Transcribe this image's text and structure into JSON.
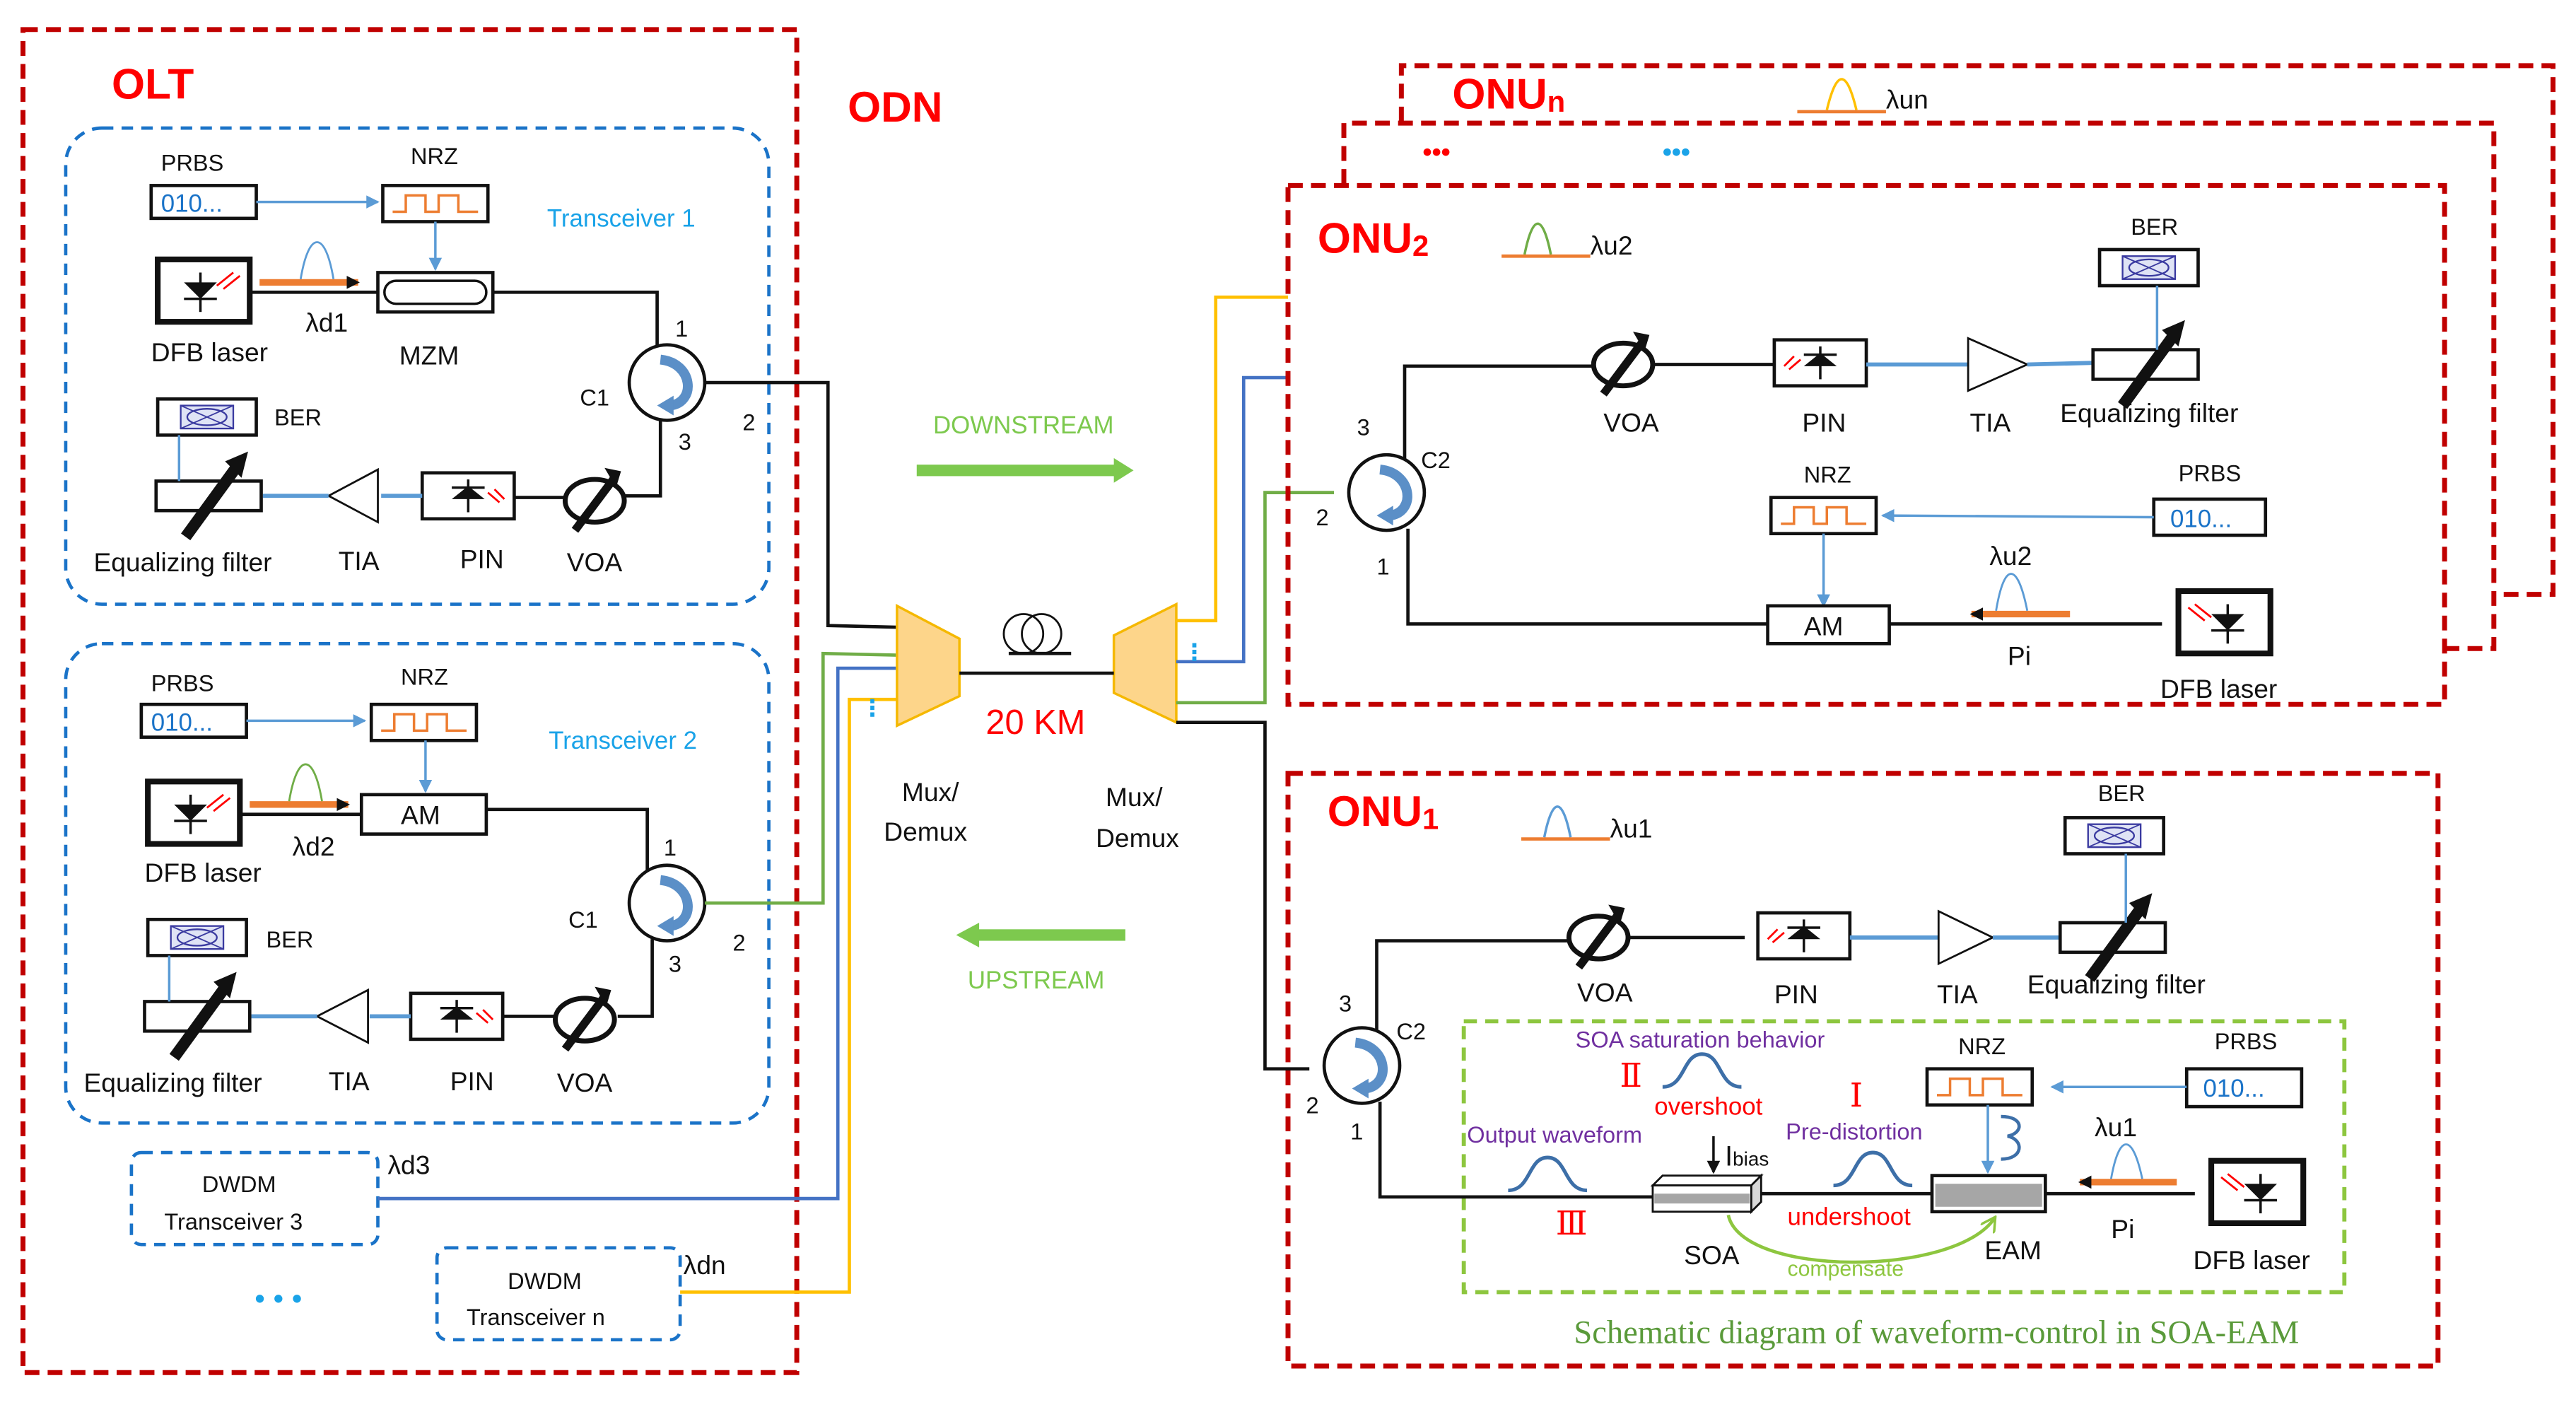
{
  "colors": {
    "boundary_red": "#c00000",
    "title_red": "#ff0000",
    "transceiver_blue": "#1a73c8",
    "label_blue": "#1aa3e8",
    "arrow_green": "#7dc94e",
    "mux_fill": "#fdd58a",
    "mux_stroke": "#f5b800",
    "line_yellow": "#ffc000",
    "line_blue": "#4472c4",
    "line_green": "#70ad47",
    "purple": "#7030a0"
  },
  "olt": {
    "title": "OLT",
    "transceiver1": {
      "title": "Transceiver 1",
      "prbs_label": "PRBS",
      "prbs_value": "010...",
      "nrz_label": "NRZ",
      "laser_label": "DFB laser",
      "wavelength": "λd1",
      "modulator": "MZM",
      "circulator": "C1",
      "ports": [
        "1",
        "2",
        "3"
      ],
      "ber_label": "BER",
      "filter_label": "Equalizing filter",
      "tia_label": "TIA",
      "pin_label": "PIN",
      "voa_label": "VOA"
    },
    "transceiver2": {
      "title": "Transceiver 2",
      "prbs_label": "PRBS",
      "prbs_value": "010...",
      "nrz_label": "NRZ",
      "laser_label": "DFB laser",
      "wavelength": "λd2",
      "modulator": "AM",
      "circulator": "C1",
      "ports": [
        "1",
        "2",
        "3"
      ],
      "ber_label": "BER",
      "filter_label": "Equalizing filter",
      "tia_label": "TIA",
      "pin_label": "PIN",
      "voa_label": "VOA"
    },
    "dwdm3": {
      "line1": "DWDM",
      "line2": "Transceiver 3",
      "wavelength": "λd3"
    },
    "dwdmn": {
      "line1": "DWDM",
      "line2": "Transceiver n",
      "wavelength": "λdn"
    },
    "ellipsis": "• • •"
  },
  "odn": {
    "title": "ODN",
    "downstream": "DOWNSTREAM",
    "upstream": "UPSTREAM",
    "fiber_length": "20 KM",
    "mux_left": [
      "Mux/",
      "Demux"
    ],
    "mux_right": [
      "Mux/",
      "Demux"
    ]
  },
  "onun": {
    "title": "ONU",
    "subscript": "n",
    "wavelength": "λun"
  },
  "onu_dots": {
    "red": "•••",
    "blue": "•••"
  },
  "onu2": {
    "title": "ONU",
    "subscript": "2",
    "wavelength": "λu2",
    "ber_label": "BER",
    "voa_label": "VOA",
    "pin_label": "PIN",
    "tia_label": "TIA",
    "filter_label": "Equalizing filter",
    "circulator": "C2",
    "ports": [
      "3",
      "2",
      "1"
    ],
    "nrz_label": "NRZ",
    "prbs_label": "PRBS",
    "prbs_value": "010...",
    "modulator": "AM",
    "signal_wavelength": "λu2",
    "power_label": "Pi",
    "laser_label": "DFB laser"
  },
  "onu1": {
    "title": "ONU",
    "subscript": "1",
    "wavelength": "λu1",
    "ber_label": "BER",
    "voa_label": "VOA",
    "pin_label": "PIN",
    "tia_label": "TIA",
    "filter_label": "Equalizing filter",
    "circulator": "C2",
    "ports": [
      "3",
      "2",
      "1"
    ],
    "nrz_label": "NRZ",
    "prbs_label": "PRBS",
    "prbs_value": "010...",
    "signal_wavelength": "λu1",
    "power_label": "Pi",
    "laser_label": "DFB laser",
    "soa_detail": {
      "saturation_label": "SOA saturation behavior",
      "stage2": "Ⅱ",
      "overshoot": "overshoot",
      "stage1": "Ⅰ",
      "predistortion": "Pre-distortion",
      "output_waveform": "Output waveform",
      "bias": "I",
      "bias_sub": "bias",
      "stage3": "Ⅲ",
      "undershoot": "undershoot",
      "soa_label": "SOA",
      "eam_label": "EAM",
      "compensate": "compensate",
      "caption": "Schematic diagram of waveform-control in SOA-EAM"
    }
  }
}
